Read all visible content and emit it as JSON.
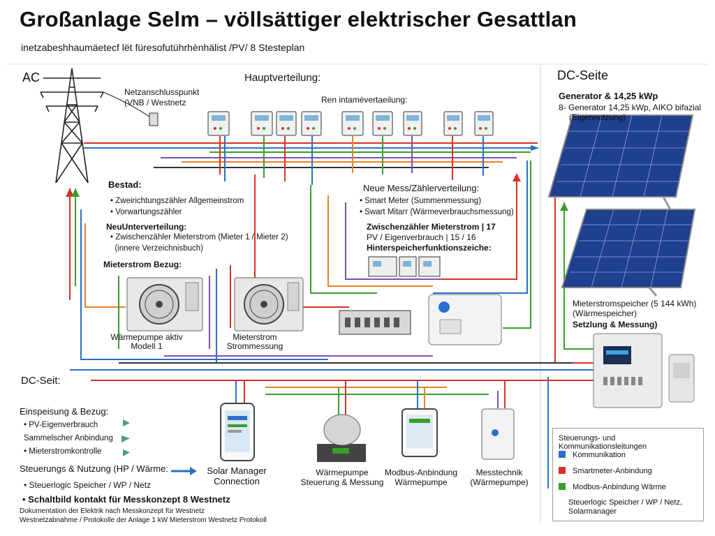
{
  "header": {
    "title": "Großanlage Selm – völlsättiger elektrischer Gesattlan",
    "subtitle": "inetzabeshhaumäetecf lët füresofutührhènhälist /PV/ 8 Stesteplan"
  },
  "sections": {
    "ac": "AC",
    "hauptverteilung": "Hauptverteilung:",
    "unterverteilung": "Ren intamévertaeilung:",
    "dc_top": "DC-Seite",
    "dc_left": "DC-Seit:"
  },
  "grid": {
    "label_line1": "Netzanschlusspunkt",
    "label_line2": "(VNB / Westnetz"
  },
  "generator": {
    "title": "Generator & 14,25 kWp",
    "line1": "8- Generator 14,25 kWp, AIKO bifazial",
    "line2": "(Eigennutzung)"
  },
  "bestand": {
    "title": "Bestad:",
    "items": [
      "Zweirichtungszähler Allgemeinstrom",
      "Vorwartungszähler"
    ]
  },
  "neue_unter": {
    "title": "NeuUnterverteilung:",
    "items": [
      "Zwischenzähler Mieterstrom (Mieter 1 / Mieter 2)",
      "(innere Verzeichnisbuch)"
    ]
  },
  "mess": {
    "title": "Neue Mess/Zählerverteilung:",
    "items": [
      "Smart Meter (Summenmessung)",
      "Swart Mitarr (Wärmeverbrauchsmessung)"
    ],
    "zwischen": "Zwischenzähler Mieterstrom | 17",
    "pv": "PV / Eigenverbrauch | 15 / 16",
    "hinter": "Hinterspeicherfunktionszeiche:"
  },
  "mieterstrom": {
    "label": "Mieterstrom Bezug:"
  },
  "heatpump1": {
    "line1": "Wärmepumpe aktiv",
    "line2": "Modell 1"
  },
  "heatpump2": {
    "line1": "Mieterstrom",
    "line2": "Strommessung"
  },
  "battery": {
    "line1": "Mieterstromspeicher (5 144 kWh)",
    "line2": "(Wärmespeicher)",
    "title": "Setzlung & Messung)"
  },
  "einspeisung": {
    "title": "Einspeisung & Bezug:",
    "items": [
      "PV-Eigenverbrauch",
      "Sammelscher Anbindung",
      "Mieterstromkontrolle"
    ]
  },
  "steuerung": {
    "title": "Steuerungs & Nutzung (HP / Wärme:",
    "line2": "Steuerlogic Speicher / WP / Netz"
  },
  "messkonzept": {
    "title": "Schaltbild kontakt für Messkonzept 8 Westnetz",
    "line1": "Dokumentation der Elektrik nach Messkonzept für Westnetz",
    "line2": "Westnetzabnahme / Protokolle der Anlage 1 kW Mieterstrom Westnetz Protokoll"
  },
  "devices": {
    "solar_manager": {
      "line1": "Solar Manager",
      "line2": "Connection"
    },
    "waermepumpe": {
      "line1": "Wärmepumpe",
      "line2": "Steuerung & Messung"
    },
    "modbus": {
      "line1": "Modbus-Anbindung",
      "line2": "Wärmepumpe"
    },
    "messtechnik": {
      "line1": "Messtechnik",
      "line2": "(Wärmepumpe)"
    }
  },
  "legend": {
    "title": "Steuerungs- und Kommunikationsleitungen",
    "items": [
      {
        "label": "Kommunikation",
        "color": "#2a6fc9"
      },
      {
        "label": "Smartmeter-Anbindung",
        "color": "#d93025"
      },
      {
        "label": "Modbus-Anbindung Wärme",
        "color": "#3a9e2c"
      },
      {
        "label": "Steuerlogic Speicher / WP / Netz, Solarmanager",
        "color": "#222222"
      }
    ]
  },
  "colors": {
    "red": "#d93025",
    "blue": "#2a6fc9",
    "green": "#3a9e2c",
    "orange": "#e8822a",
    "purple": "#7b4fb0",
    "dark": "#333333",
    "panel": "#1f3f8f"
  }
}
